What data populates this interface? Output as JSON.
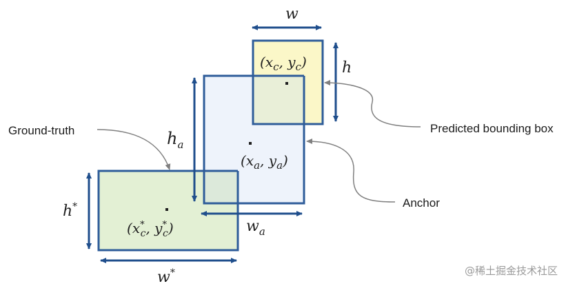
{
  "labels": {
    "ground_truth": "Ground-truth",
    "predicted_box": "Predicted bounding box",
    "anchor": "Anchor"
  },
  "math": {
    "w": "w",
    "h": "h",
    "w_a_base": "w",
    "w_a_sub": "a",
    "h_a_base": "h",
    "h_a_sub": "a",
    "w_star_base": "w",
    "w_star_sup": "*",
    "h_star_base": "h",
    "h_star_sup": "*",
    "pred_center": {
      "open": "(",
      "x": "x",
      "x_sub": "c",
      "comma": ", ",
      "y": "y",
      "y_sub": "c",
      "close": ")"
    },
    "anchor_center": {
      "open": "(",
      "x": "x",
      "x_sub": "a",
      "comma": ", ",
      "y": "y",
      "y_sub": "a",
      "close": ")"
    },
    "gt_center": {
      "open": "(",
      "x": "x",
      "x_sup": "*",
      "x_sub": "c",
      "comma": ", ",
      "y": "y",
      "y_sup": "*",
      "y_sub": "c",
      "close": ")"
    }
  },
  "watermark": "@稀土掘金技术社区",
  "colors": {
    "box_stroke": "#2E5C99",
    "arrow": "#1F4E8C",
    "gt_fill": "#E3F0D4",
    "anchor_fill": "#EEF3FB",
    "pred_fill": "#FBF7C8",
    "overlap_fill": "#E8F0EC",
    "pointer": "#7F7F7F"
  }
}
